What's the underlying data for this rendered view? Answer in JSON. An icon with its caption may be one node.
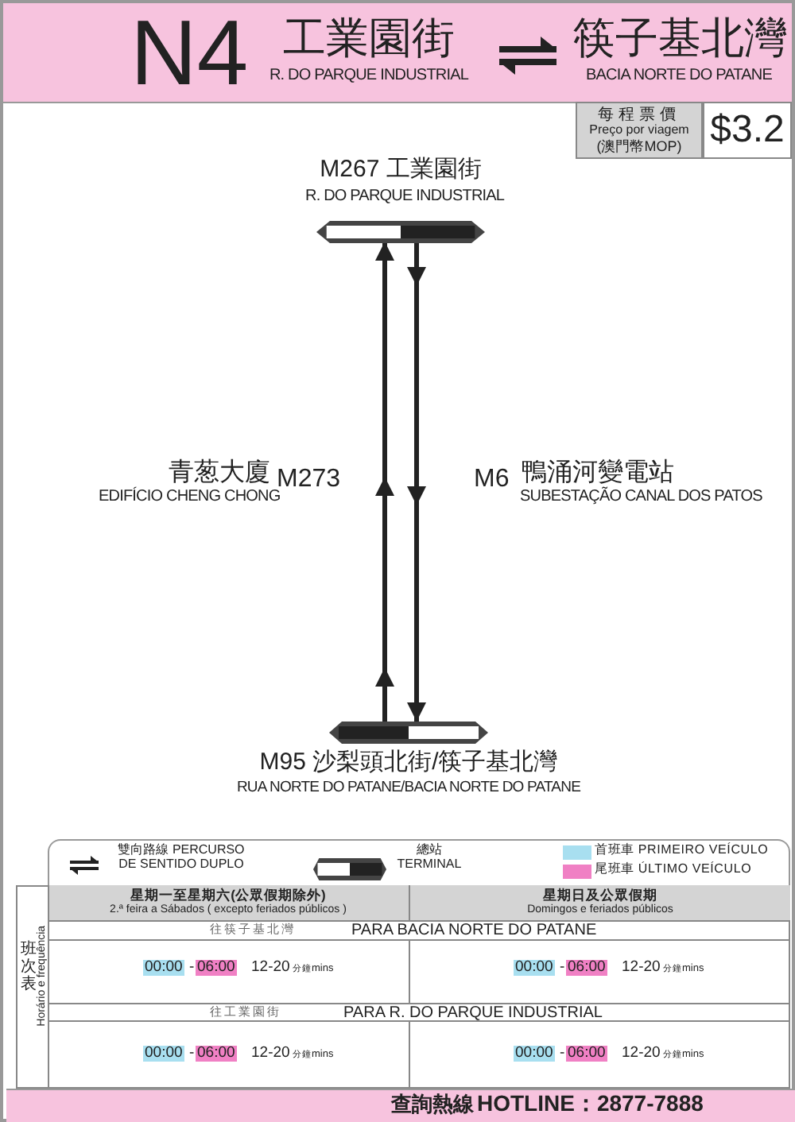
{
  "diagram": {
    "title": "N4",
    "nodes": [
      {
        "text": [
          "M267 工業園街",
          "R. DO PARQUE INDUSTRIAL"
        ]
      },
      {
        "text": [
          "M95 沙梨頭北街/筷子基北灣",
          "RUA NORTE DO PATANE/BACIA NORTE DO PATANE"
        ]
      }
    ],
    "edges": [
      {
        "from": 1,
        "to": 0,
        "arrow": "to"
      },
      {
        "from": 0,
        "to": 1,
        "arrow": "to"
      }
    ],
    "labels": [
      "工業園街",
      "R. DO PARQUE INDUSTRIAL",
      "筷子基北灣",
      "BACIA NORTE DO PATANE",
      "每程票價",
      "Preço por viagem",
      "(澳門幣MOP)",
      "$3.2",
      "青葱大廈",
      "EDIFÍCIO CHENG CHONG",
      "M273",
      "M6",
      "鴨涌河變電站",
      "SUBESTAÇÃO CANAL DOS PATOS",
      "班次表",
      "Horário e frequência",
      "星期一至星期六(公眾假期除外)",
      "2.ª feira a Sábados ( excepto feriados públicos )",
      "星期日及公眾假期",
      "Domingos e feriados públicos",
      "往筷子基北灣",
      "PARA BACIA NORTE DO PATANE",
      "00:00",
      "-",
      "06:00",
      "12-20",
      "分鐘",
      "mins",
      "00:00",
      "-",
      "06:00",
      "12-20",
      "分鐘",
      "mins",
      "往工業園街",
      "PARA R. DO PARQUE INDUSTRIAL",
      "00:00",
      "-",
      "06:00",
      "12-20",
      "分鐘",
      "mins",
      "00:00",
      "-",
      "06:00",
      "12-20",
      "分鐘",
      "mins",
      "查詢熱線",
      "HOTLINE：2877-7888"
    ],
    "legend": [
      {
        "text": "雙向路線 PERCURSO DE SENTIDO DUPLO"
      },
      {
        "text": "總站 TERMINAL"
      },
      {
        "text": "首班車 PRIMEIRO VEÍCULO",
        "color": "#a8dff0"
      },
      {
        "text": "尾班車 ÚLTIMO VEÍCULO",
        "color": "#f080c4"
      }
    ]
  }
}
